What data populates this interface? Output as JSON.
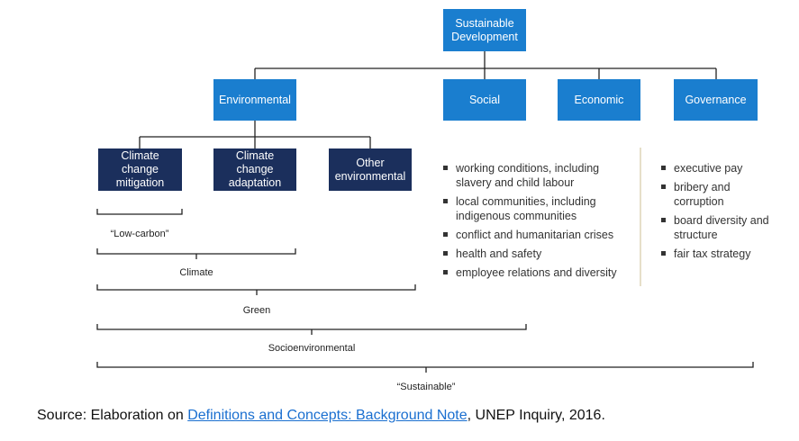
{
  "root": {
    "line1": "Sustainable",
    "line2": "Development"
  },
  "pillars": {
    "environmental": "Environmental",
    "social": "Social",
    "economic": "Economic",
    "governance": "Governance"
  },
  "env_children": {
    "mitigation": {
      "line1": "Climate change",
      "line2": "mitigation"
    },
    "adaptation": {
      "line1": "Climate change",
      "line2": "adaptation"
    },
    "other": {
      "line1": "Other",
      "line2": "environmental"
    }
  },
  "social_items": [
    {
      "line1": "working conditions, including",
      "line2": "slavery and child labour"
    },
    {
      "line1": "local communities, including",
      "line2": "indigenous communities"
    },
    {
      "line1": "conflict and humanitarian crises",
      "line2": ""
    },
    {
      "line1": "health and safety",
      "line2": ""
    },
    {
      "line1": "employee relations and diversity",
      "line2": ""
    }
  ],
  "governance_items": [
    {
      "line1": "executive pay",
      "line2": ""
    },
    {
      "line1": "bribery and",
      "line2": "corruption"
    },
    {
      "line1": "board diversity and",
      "line2": "structure"
    },
    {
      "line1": "fair tax strategy",
      "line2": ""
    }
  ],
  "brackets": {
    "low_carbon": "“Low-carbon”",
    "climate": "Climate",
    "green": "Green",
    "socioenvironmental": "Socioenvironmental",
    "sustainable": "“Sustainable”"
  },
  "source": {
    "prefix": "Source: Elaboration on ",
    "link": "Definitions and Concepts: Background Note",
    "suffix": ", UNEP Inquiry, 2016."
  },
  "colors": {
    "primary": "#1a7ecf",
    "dark": "#1b2f5c"
  }
}
